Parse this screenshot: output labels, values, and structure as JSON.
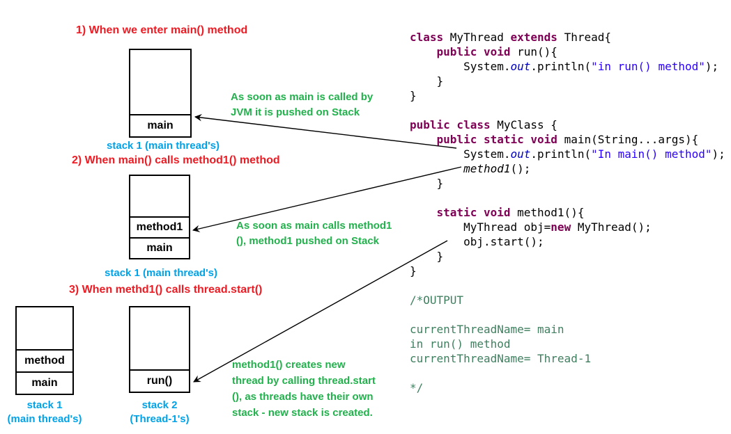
{
  "colors": {
    "heading_red": "#ed1c24",
    "annotation_green": "#22b14c",
    "label_cyan": "#00a2e8",
    "code_keyword": "#7f0055",
    "code_string": "#2a00ff",
    "code_field": "#0000c0",
    "code_comment": "#3f7f5f",
    "code_plain": "#000000",
    "arrow_color": "#000000"
  },
  "sections": [
    {
      "heading": "1) When we enter main() method",
      "annotation": "As soon as main is called by\nJVM it is pushed on Stack",
      "stacks": [
        {
          "cells": [
            "main"
          ],
          "label": "stack 1 (main thread's)"
        }
      ]
    },
    {
      "heading": "2) When main() calls method1() method",
      "annotation": "As soon as main calls method1\n(), method1  pushed on Stack",
      "stacks": [
        {
          "cells": [
            "method1",
            "main"
          ],
          "label": "stack 1 (main thread's)"
        }
      ]
    },
    {
      "heading": "3) When methd1() calls thread.start()",
      "annotation": "method1() creates new\nthread by calling thread.start\n(), as threads have their own\nstack - new stack is created.",
      "stacks": [
        {
          "cells": [
            "method",
            "main"
          ],
          "label": "stack 1\n(main thread's)"
        },
        {
          "cells": [
            "run()"
          ],
          "label": "stack 2\n(Thread-1's)"
        }
      ]
    }
  ],
  "code": {
    "lines": [
      [
        {
          "t": "class ",
          "c": "k"
        },
        {
          "t": "MyThread ",
          "c": "p"
        },
        {
          "t": "extends ",
          "c": "k"
        },
        {
          "t": "Thread{",
          "c": "p"
        }
      ],
      [
        {
          "t": "    ",
          "c": "p"
        },
        {
          "t": "public void ",
          "c": "k"
        },
        {
          "t": "run(){",
          "c": "p"
        }
      ],
      [
        {
          "t": "        System.",
          "c": "p"
        },
        {
          "t": "out",
          "c": "f"
        },
        {
          "t": ".println(",
          "c": "p"
        },
        {
          "t": "\"in run() method\"",
          "c": "s"
        },
        {
          "t": ");",
          "c": "p"
        }
      ],
      [
        {
          "t": "    }",
          "c": "p"
        }
      ],
      [
        {
          "t": "}",
          "c": "p"
        }
      ],
      [],
      [
        {
          "t": "public class ",
          "c": "k"
        },
        {
          "t": "MyClass {",
          "c": "p"
        }
      ],
      [
        {
          "t": "    ",
          "c": "p"
        },
        {
          "t": "public static void ",
          "c": "k"
        },
        {
          "t": "main(String...args){",
          "c": "p"
        }
      ],
      [
        {
          "t": "        System.",
          "c": "p"
        },
        {
          "t": "out",
          "c": "f"
        },
        {
          "t": ".println(",
          "c": "p"
        },
        {
          "t": "\"In main() method\"",
          "c": "s"
        },
        {
          "t": ");",
          "c": "p"
        }
      ],
      [
        {
          "t": "        ",
          "c": "p"
        },
        {
          "t": "method1",
          "c": "m"
        },
        {
          "t": "();",
          "c": "p"
        }
      ],
      [
        {
          "t": "    }",
          "c": "p"
        }
      ],
      [],
      [
        {
          "t": "    ",
          "c": "p"
        },
        {
          "t": "static void ",
          "c": "k"
        },
        {
          "t": "method1(){",
          "c": "p"
        }
      ],
      [
        {
          "t": "        MyThread obj=",
          "c": "p"
        },
        {
          "t": "new ",
          "c": "k"
        },
        {
          "t": "MyThread();",
          "c": "p"
        }
      ],
      [
        {
          "t": "        obj.start();",
          "c": "p"
        }
      ],
      [
        {
          "t": "    }",
          "c": "p"
        }
      ],
      [
        {
          "t": "}",
          "c": "p"
        }
      ],
      [],
      [
        {
          "t": "/*OUTPUT",
          "c": "c"
        }
      ],
      [],
      [
        {
          "t": "currentThreadName= main",
          "c": "c"
        }
      ],
      [
        {
          "t": "in run() method",
          "c": "c"
        }
      ],
      [
        {
          "t": "currentThreadName= Thread-1",
          "c": "c"
        }
      ],
      [],
      [
        {
          "t": "*/",
          "c": "c"
        }
      ]
    ]
  }
}
